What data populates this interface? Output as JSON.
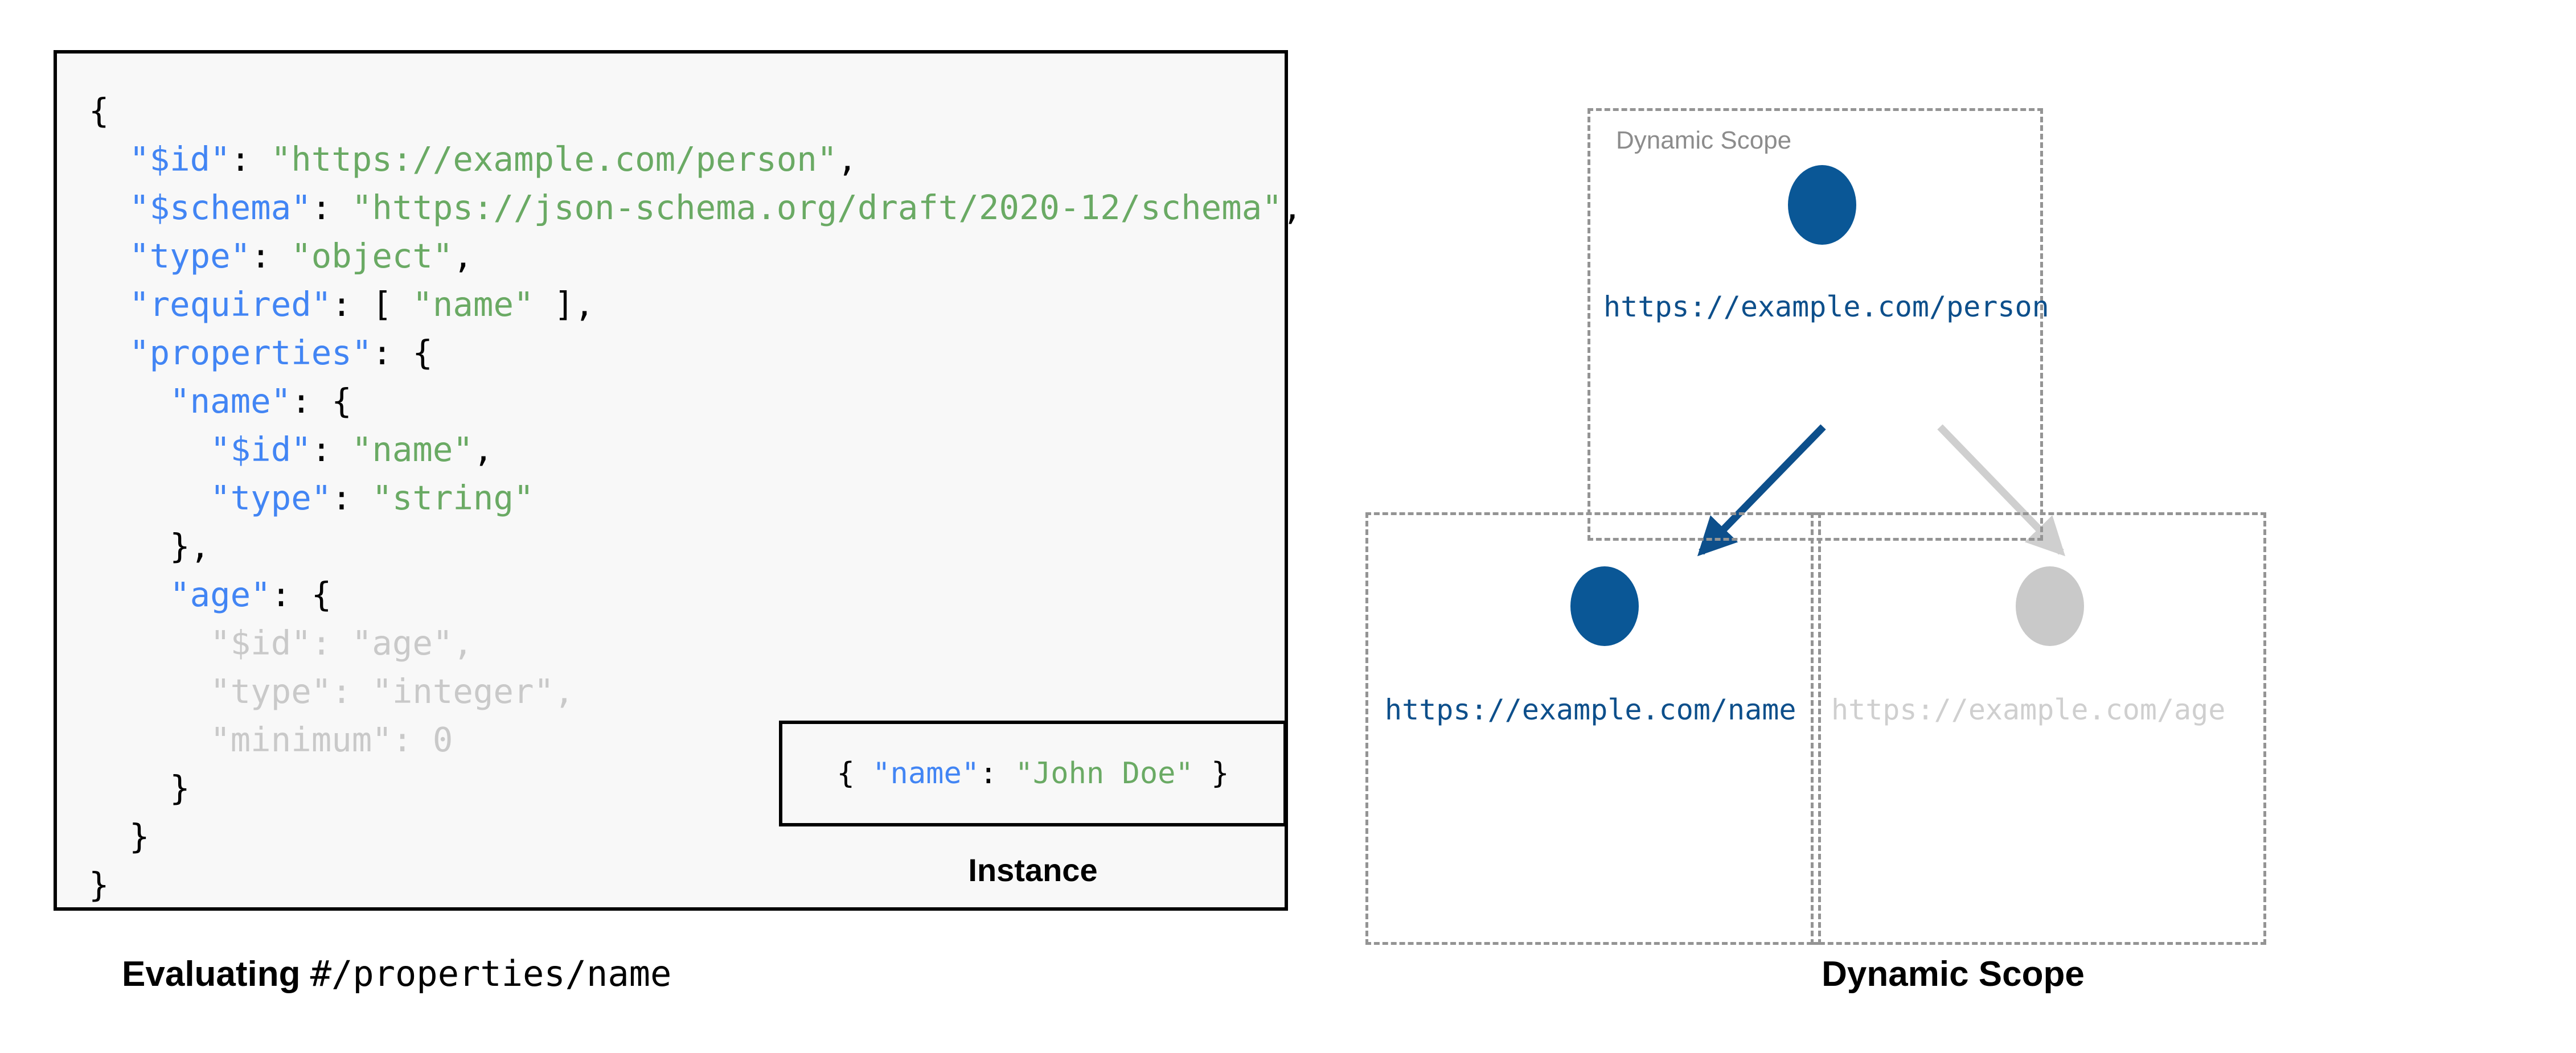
{
  "figure": {
    "left_caption_prefix": "Evaluating ",
    "left_caption_pointer": "#/properties/name",
    "right_caption": "Dynamic Scope"
  },
  "colors": {
    "key_blue": "#4285f4",
    "string_green": "#6aaa64",
    "dimmed_grey": "#c9c9c9",
    "node_blue": "#0a5796",
    "node_grey": "#c9c9c9",
    "label_blue": "#0d4f8b",
    "scope_border_grey": "#949494",
    "panel_background": "#f8f8f8",
    "panel_border": "#000000"
  },
  "schema_code": {
    "lines": [
      [
        {
          "t": "{",
          "c": "p"
        }
      ],
      [
        {
          "t": "  ",
          "c": "p"
        },
        {
          "t": "\"$id\"",
          "c": "k"
        },
        {
          "t": ": ",
          "c": "p"
        },
        {
          "t": "\"https://example.com/person\"",
          "c": "s"
        },
        {
          "t": ",",
          "c": "p"
        }
      ],
      [
        {
          "t": "  ",
          "c": "p"
        },
        {
          "t": "\"$schema\"",
          "c": "k"
        },
        {
          "t": ": ",
          "c": "p"
        },
        {
          "t": "\"https://json-schema.org/draft/2020-12/schema\"",
          "c": "s"
        },
        {
          "t": ",",
          "c": "p"
        }
      ],
      [
        {
          "t": "  ",
          "c": "p"
        },
        {
          "t": "\"type\"",
          "c": "k"
        },
        {
          "t": ": ",
          "c": "p"
        },
        {
          "t": "\"object\"",
          "c": "s"
        },
        {
          "t": ",",
          "c": "p"
        }
      ],
      [
        {
          "t": "  ",
          "c": "p"
        },
        {
          "t": "\"required\"",
          "c": "k"
        },
        {
          "t": ": [ ",
          "c": "p"
        },
        {
          "t": "\"name\"",
          "c": "s"
        },
        {
          "t": " ],",
          "c": "p"
        }
      ],
      [
        {
          "t": "  ",
          "c": "p"
        },
        {
          "t": "\"properties\"",
          "c": "k"
        },
        {
          "t": ": {",
          "c": "p"
        }
      ],
      [
        {
          "t": "    ",
          "c": "p"
        },
        {
          "t": "\"name\"",
          "c": "k"
        },
        {
          "t": ": {",
          "c": "p"
        }
      ],
      [
        {
          "t": "      ",
          "c": "p"
        },
        {
          "t": "\"$id\"",
          "c": "k"
        },
        {
          "t": ": ",
          "c": "p"
        },
        {
          "t": "\"name\"",
          "c": "s"
        },
        {
          "t": ",",
          "c": "p"
        }
      ],
      [
        {
          "t": "      ",
          "c": "p"
        },
        {
          "t": "\"type\"",
          "c": "k"
        },
        {
          "t": ": ",
          "c": "p"
        },
        {
          "t": "\"string\"",
          "c": "s"
        }
      ],
      [
        {
          "t": "    },",
          "c": "p"
        }
      ],
      [
        {
          "t": "    ",
          "c": "p"
        },
        {
          "t": "\"age\"",
          "c": "k"
        },
        {
          "t": ": {",
          "c": "p"
        }
      ],
      [
        {
          "t": "      \"$id\": \"age\",",
          "c": "dim"
        }
      ],
      [
        {
          "t": "      \"type\": \"integer\",",
          "c": "dim"
        }
      ],
      [
        {
          "t": "      \"minimum\": 0",
          "c": "dim"
        }
      ],
      [
        {
          "t": "    }",
          "c": "p"
        }
      ],
      [
        {
          "t": "  }",
          "c": "p"
        }
      ],
      [
        {
          "t": "}",
          "c": "p"
        }
      ]
    ]
  },
  "instance": {
    "caption": "Instance",
    "segments": [
      {
        "t": "{ ",
        "c": "p"
      },
      {
        "t": "\"name\"",
        "c": "k"
      },
      {
        "t": ": ",
        "c": "p"
      },
      {
        "t": "\"John Doe\"",
        "c": "s"
      },
      {
        "t": " }",
        "c": "p"
      }
    ]
  },
  "diagram": {
    "scope_label": "Dynamic Scope",
    "nodes": [
      {
        "id": "person",
        "label": "https://example.com/person",
        "state": "active"
      },
      {
        "id": "name",
        "label": "https://example.com/name",
        "state": "active"
      },
      {
        "id": "age",
        "label": "https://example.com/age",
        "state": "dimmed"
      }
    ],
    "edges": [
      {
        "from": "person",
        "to": "name",
        "state": "active"
      },
      {
        "from": "person",
        "to": "age",
        "state": "dimmed"
      }
    ]
  }
}
